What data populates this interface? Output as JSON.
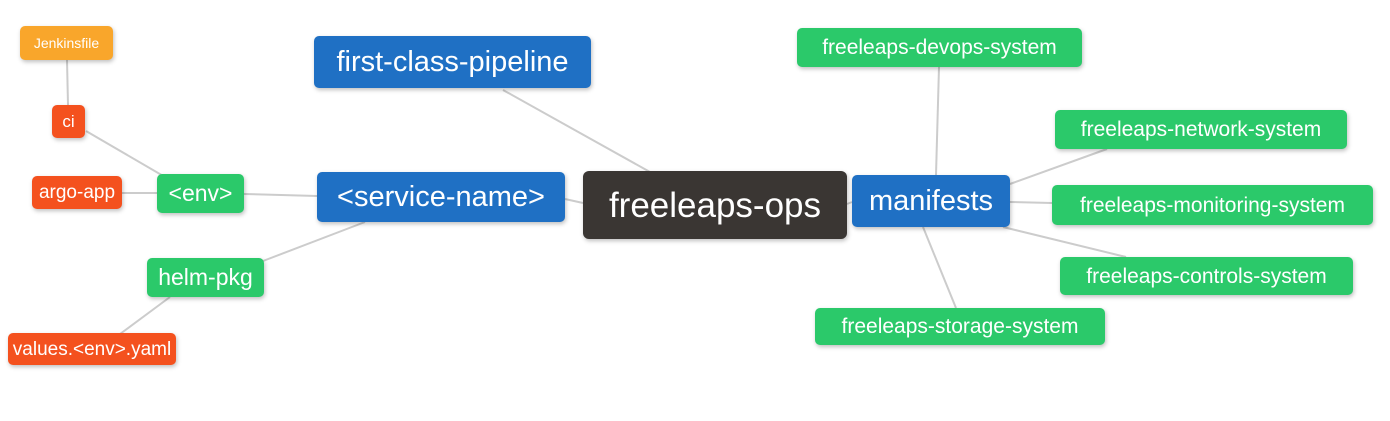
{
  "diagram": {
    "title": "freeleaps-ops repository structure mindmap",
    "background_color": "#ffffff",
    "edge_color": "#cccccc",
    "palette": {
      "root_dark": "#3a3633",
      "branch_blue": "#1f70c4",
      "leaf_green": "#2bc96a",
      "leaf_red": "#f4511e",
      "leaf_orange": "#f9a62b",
      "node_text": "#ffffff"
    },
    "nodes": [
      {
        "id": "jenkinsfile",
        "label": "Jenkinsfile",
        "color": "orange"
      },
      {
        "id": "ci",
        "label": "ci",
        "color": "red"
      },
      {
        "id": "argo-app",
        "label": "argo-app",
        "color": "red"
      },
      {
        "id": "env",
        "label": "<env>",
        "color": "green"
      },
      {
        "id": "helm-pkg",
        "label": "helm-pkg",
        "color": "green"
      },
      {
        "id": "values-env-yaml",
        "label": "values.<env>.yaml",
        "color": "red"
      },
      {
        "id": "first-class-pipeline",
        "label": "first-class-pipeline",
        "color": "blue"
      },
      {
        "id": "service-name",
        "label": "<service-name>",
        "color": "blue"
      },
      {
        "id": "freeleaps-ops",
        "label": "freeleaps-ops",
        "color": "dark"
      },
      {
        "id": "manifests",
        "label": "manifests",
        "color": "blue"
      },
      {
        "id": "freeleaps-devops-system",
        "label": "freeleaps-devops-system",
        "color": "green"
      },
      {
        "id": "freeleaps-network-system",
        "label": "freeleaps-network-system",
        "color": "green"
      },
      {
        "id": "freeleaps-monitoring-system",
        "label": "freeleaps-monitoring-system",
        "color": "green"
      },
      {
        "id": "freeleaps-controls-system",
        "label": "freeleaps-controls-system",
        "color": "green"
      },
      {
        "id": "freeleaps-storage-system",
        "label": "freeleaps-storage-system",
        "color": "green"
      }
    ],
    "edges": [
      {
        "from": "jenkinsfile",
        "to": "ci"
      },
      {
        "from": "ci",
        "to": "env"
      },
      {
        "from": "argo-app",
        "to": "env"
      },
      {
        "from": "env",
        "to": "service-name"
      },
      {
        "from": "helm-pkg",
        "to": "service-name"
      },
      {
        "from": "values-env-yaml",
        "to": "helm-pkg"
      },
      {
        "from": "service-name",
        "to": "freeleaps-ops"
      },
      {
        "from": "first-class-pipeline",
        "to": "freeleaps-ops"
      },
      {
        "from": "freeleaps-ops",
        "to": "manifests"
      },
      {
        "from": "manifests",
        "to": "freeleaps-devops-system"
      },
      {
        "from": "manifests",
        "to": "freeleaps-network-system"
      },
      {
        "from": "manifests",
        "to": "freeleaps-monitoring-system"
      },
      {
        "from": "manifests",
        "to": "freeleaps-controls-system"
      },
      {
        "from": "manifests",
        "to": "freeleaps-storage-system"
      }
    ]
  }
}
